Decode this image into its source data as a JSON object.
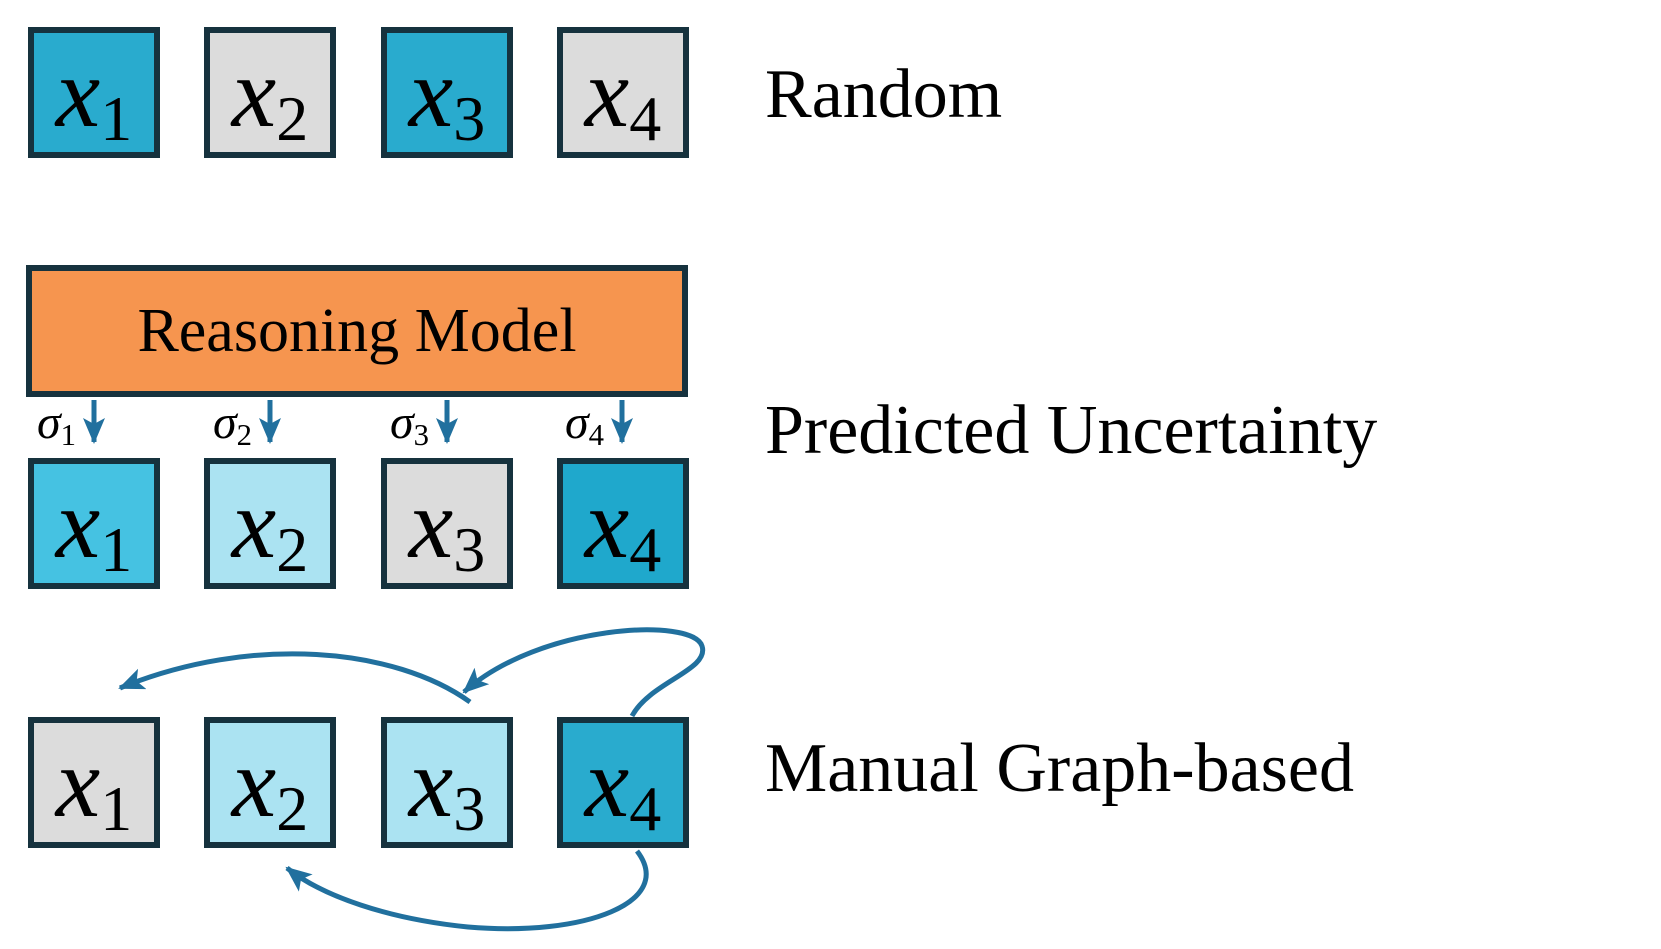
{
  "palette": {
    "border": "#16323e",
    "arrow": "#21709e",
    "model_fill": "#f6954f",
    "cyan": "#29abce",
    "cyan_light": "#45c2e2",
    "cyan_deep": "#1fa8cc",
    "pale_blue": "#abe3f2",
    "gray": "#dcdcdc",
    "background": "#ffffff",
    "text": "#000000"
  },
  "rows": [
    {
      "label": "Random",
      "boxes": [
        {
          "base": "x",
          "sub": "1",
          "color": "#29abce"
        },
        {
          "base": "x",
          "sub": "2",
          "color": "#dcdcdc"
        },
        {
          "base": "x",
          "sub": "3",
          "color": "#29abce"
        },
        {
          "base": "x",
          "sub": "4",
          "color": "#dcdcdc"
        }
      ]
    },
    {
      "label": "Predicted Uncertainty",
      "model_label": "Reasoning Model",
      "boxes": [
        {
          "base": "x",
          "sub": "1",
          "color": "#45c2e2"
        },
        {
          "base": "x",
          "sub": "2",
          "color": "#abe3f2"
        },
        {
          "base": "x",
          "sub": "3",
          "color": "#dcdcdc"
        },
        {
          "base": "x",
          "sub": "4",
          "color": "#1fa8cc"
        }
      ]
    },
    {
      "label": "Manual Graph-based",
      "boxes": [
        {
          "base": "x",
          "sub": "1",
          "color": "#dcdcdc"
        },
        {
          "base": "x",
          "sub": "2",
          "color": "#abe3f2"
        },
        {
          "base": "x",
          "sub": "3",
          "color": "#abe3f2"
        },
        {
          "base": "x",
          "sub": "4",
          "color": "#29abce"
        }
      ]
    }
  ],
  "sigmas": [
    {
      "base": "σ",
      "sub": "1"
    },
    {
      "base": "σ",
      "sub": "2"
    },
    {
      "base": "σ",
      "sub": "3"
    },
    {
      "base": "σ",
      "sub": "4"
    }
  ],
  "edges": [
    {
      "from": "x3",
      "to": "x1"
    },
    {
      "from": "x4",
      "to": "x3"
    },
    {
      "from": "x4",
      "to": "x2"
    }
  ]
}
